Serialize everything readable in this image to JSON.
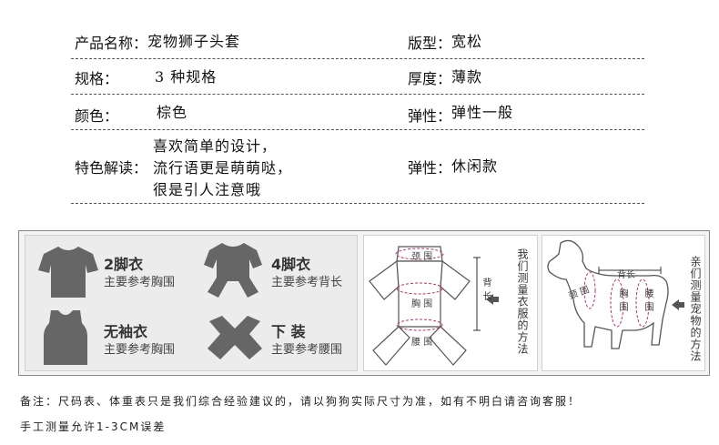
{
  "spec": {
    "rows": [
      {
        "label": "产品名称：",
        "value": "宠物狮子头套",
        "label2": "版型：",
        "value2": "宽松"
      },
      {
        "label": "规格：",
        "value": "3 种规格",
        "label2": "厚度：",
        "value2": "薄款"
      },
      {
        "label": "颜色：",
        "value": "棕色",
        "label2": "弹性：",
        "value2": "弹性一般"
      },
      {
        "label": "特色解读：",
        "value_lines": [
          "喜欢简单的设计，",
          "流行语更是萌萌哒，",
          "很是引人注意哦"
        ],
        "label2": "弹性：",
        "value2": "休闲款"
      }
    ]
  },
  "garments": [
    {
      "title": "2脚衣",
      "sub": "主要参考胸围",
      "icon": "tshirt-icon"
    },
    {
      "title": "4脚衣",
      "sub": "主要参考背长",
      "icon": "four-leg-suit-icon"
    },
    {
      "title": "无袖衣",
      "sub": "主要参考胸围",
      "icon": "vest-icon"
    },
    {
      "title": "下 装",
      "sub": "主要参考腰围",
      "icon": "pants-icon"
    }
  ],
  "clothing_diagram": {
    "neck": "颈 围",
    "chest": "胸 围",
    "waist": "腰 围",
    "back": "背 长",
    "caption": "我们测量衣服的方法"
  },
  "dog_diagram": {
    "neck": "颈 围",
    "chest": "胸 围",
    "waist": "腰 围",
    "back": "背长",
    "caption": "亲们测量宠物的方法"
  },
  "notes": [
    "备注：尺码表、体重表只是我们综合经验建议的，请以狗狗实际尺寸为准，如有不明白请咨询客服！",
    "手工测量允许1-3CM误差"
  ]
}
